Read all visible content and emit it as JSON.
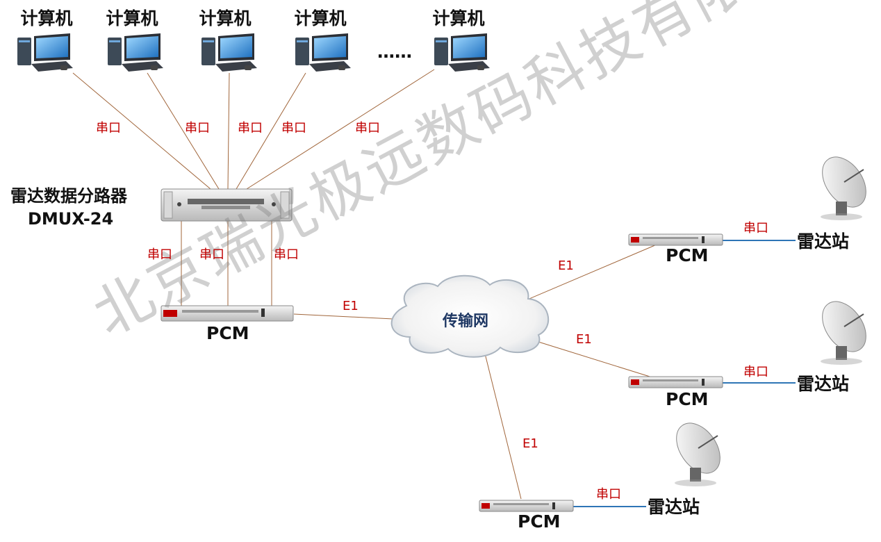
{
  "computers": {
    "label": "计算机",
    "ellipsis": "……"
  },
  "router": {
    "name_line1": "雷达数据分路器",
    "name_line2": "DMUX-24"
  },
  "links": {
    "serial": "串口",
    "e1": "E1"
  },
  "network": {
    "label": "传输网"
  },
  "devices": {
    "pcm": "PCM"
  },
  "radar": {
    "label": "雷达站"
  },
  "watermark": "北京瑞光极远数码科技有限公司",
  "colors": {
    "link_line": "#a0653a",
    "serial_line": "#2e75b6",
    "label_red": "#c00000",
    "cloud_text": "#1f3864"
  }
}
